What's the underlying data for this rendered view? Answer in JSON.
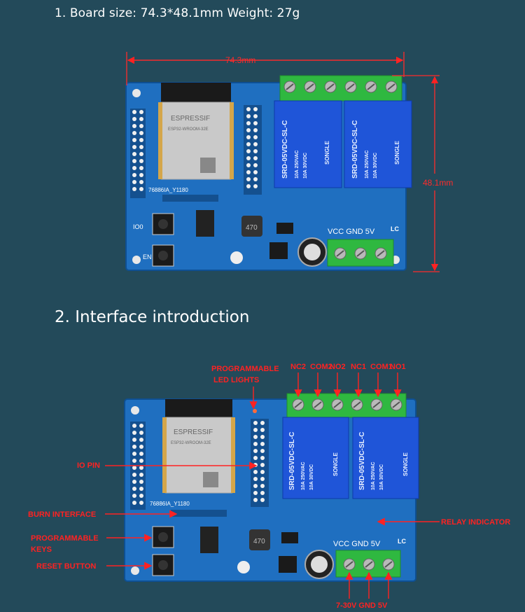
{
  "section1": {
    "title": "1. Board size: 74.3*48.1mm   Weight: 27g"
  },
  "section2": {
    "title": "2. Interface introduction"
  },
  "dimensions": {
    "width_label": "74.3mm",
    "height_label": "48.1mm"
  },
  "board": {
    "module_brand": "ESPRESSIF",
    "module_model": "ESP32-WROOM-32E",
    "relay_brand": "SONGLE",
    "relay_model": "SRD-05VDC-SL-C",
    "relay_rating_1": "10A 250VAC",
    "relay_rating_2": "10A 30VDC",
    "board_code": "76886IA_Y1180",
    "power_silk": "VCC GND 5V",
    "button_io0": "IO0",
    "button_en": "EN",
    "inductor": "470",
    "corner_mark": "LC"
  },
  "callouts": {
    "led_lights": "PROGRAMMABLE LED LIGHTS",
    "io_pin": "IO PIN",
    "burn_interface": "BURN INTERFACE",
    "programmable_keys": "PROGRAMMABLE KEYS",
    "reset_button": "RESET BUTTON",
    "relay_indicator": "RELAY INDICATOR",
    "power_input": "7-30V GND 5V",
    "terminals": [
      "NC2",
      "COM2",
      "NO2",
      "NC1",
      "COM1",
      "NO1"
    ]
  },
  "colors": {
    "background": "#234a5a",
    "pcb": "#1f6fc0",
    "terminal": "#2fb840",
    "relay": "#1f55d8",
    "callout": "#ff2222"
  }
}
